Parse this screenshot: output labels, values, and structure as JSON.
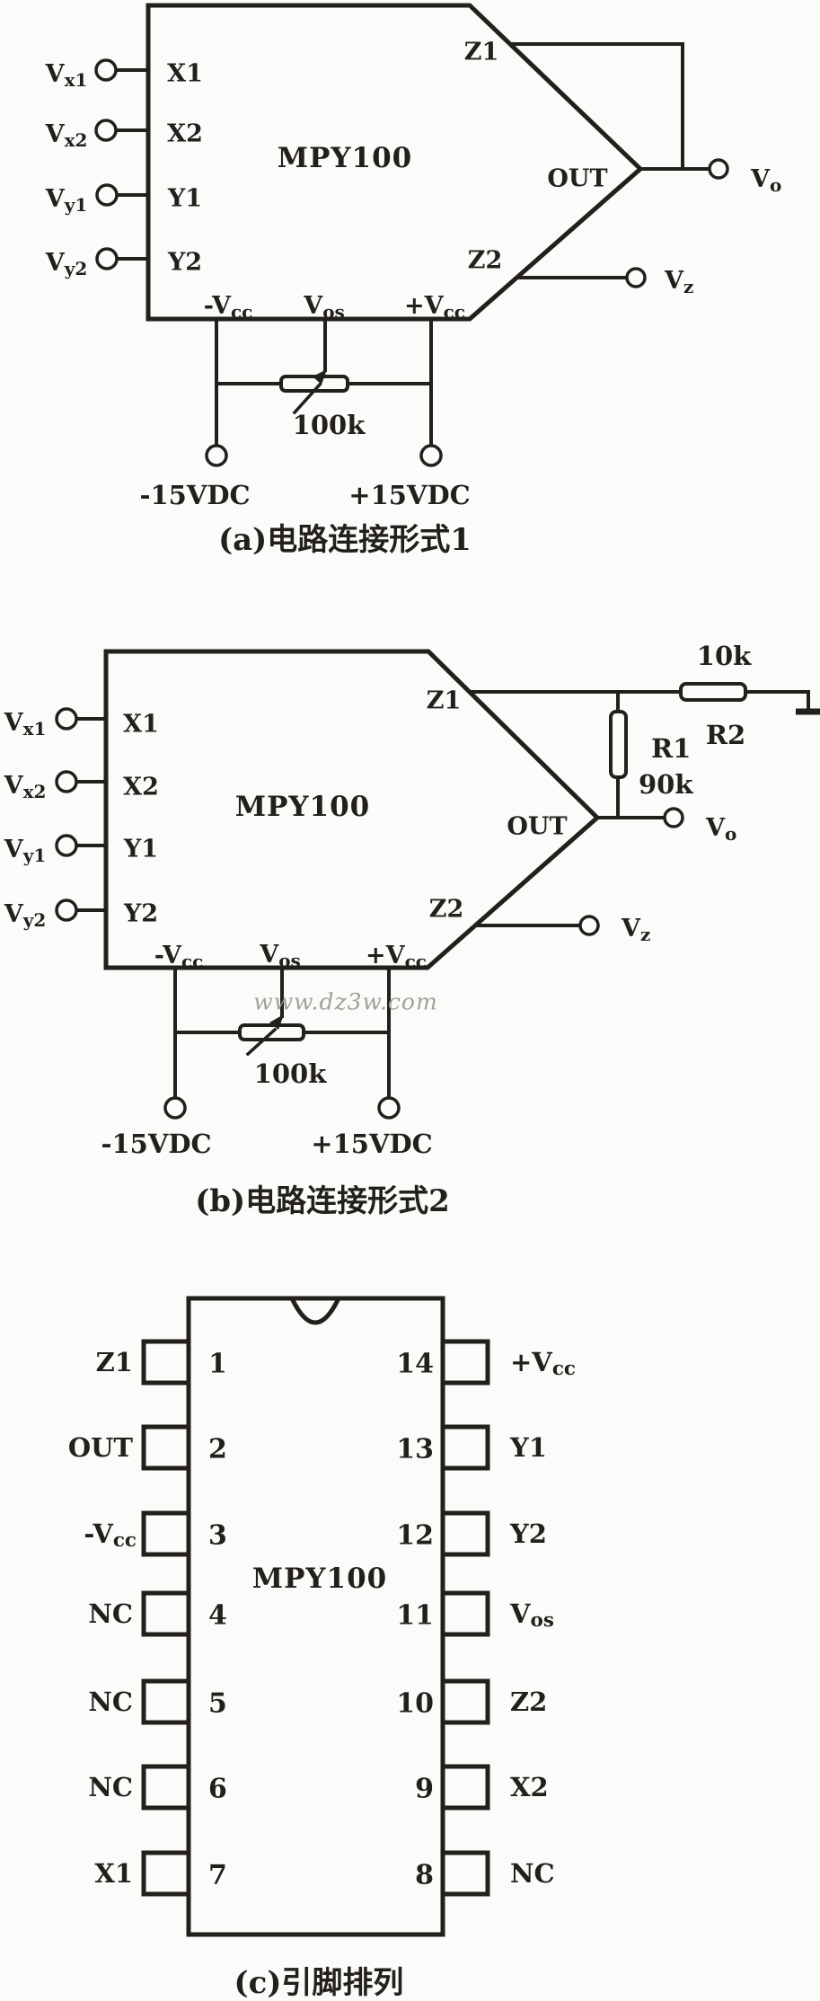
{
  "colors": {
    "background": "#fbfbf9",
    "ink": "#221f1c",
    "watermark": "#a3a09b"
  },
  "figure_a": {
    "chip_label": "MPY100",
    "inputs": [
      {
        "terminal_pre": "V",
        "terminal_sub": "x1",
        "pin": "X1"
      },
      {
        "terminal_pre": "V",
        "terminal_sub": "x2",
        "pin": "X2"
      },
      {
        "terminal_pre": "V",
        "terminal_sub": "y1",
        "pin": "Y1"
      },
      {
        "terminal_pre": "V",
        "terminal_sub": "y2",
        "pin": "Y2"
      }
    ],
    "z1": "Z1",
    "z2": "Z2",
    "out": "OUT",
    "vo_pre": "V",
    "vo_sub": "o",
    "vz_pre": "V",
    "vz_sub": "z",
    "neg_vcc_pre": "-V",
    "neg_vcc_sub": "cc",
    "vos_pre": "V",
    "vos_sub": "os",
    "pos_vcc_pre": "+V",
    "pos_vcc_sub": "cc",
    "pot_value": "100k",
    "neg_supply": "-15VDC",
    "pos_supply": "+15VDC",
    "caption": "(a)电路连接形式1"
  },
  "figure_b": {
    "chip_label": "MPY100",
    "inputs": [
      {
        "terminal_pre": "V",
        "terminal_sub": "x1",
        "pin": "X1"
      },
      {
        "terminal_pre": "V",
        "terminal_sub": "x2",
        "pin": "X2"
      },
      {
        "terminal_pre": "V",
        "terminal_sub": "y1",
        "pin": "Y1"
      },
      {
        "terminal_pre": "V",
        "terminal_sub": "y2",
        "pin": "Y2"
      }
    ],
    "z1": "Z1",
    "z2": "Z2",
    "out": "OUT",
    "vo_pre": "V",
    "vo_sub": "o",
    "vz_pre": "V",
    "vz_sub": "z",
    "neg_vcc_pre": "-V",
    "neg_vcc_sub": "cc",
    "vos_pre": "V",
    "vos_sub": "os",
    "pos_vcc_pre": "+V",
    "pos_vcc_sub": "cc",
    "r1": "R1",
    "r1_value": "90k",
    "r2": "R2",
    "r2_value": "10k",
    "pot_value": "100k",
    "neg_supply": "-15VDC",
    "pos_supply": "+15VDC",
    "watermark": "www.dz3w.com",
    "caption": "(b)电路连接形式2"
  },
  "figure_c": {
    "chip_label": "MPY100",
    "left_pins": [
      {
        "num": "1",
        "label": "Z1"
      },
      {
        "num": "2",
        "label": "OUT"
      },
      {
        "num": "3",
        "label_pre": "-V",
        "label_sub": "cc"
      },
      {
        "num": "4",
        "label": "NC"
      },
      {
        "num": "5",
        "label": "NC"
      },
      {
        "num": "6",
        "label": "NC"
      },
      {
        "num": "7",
        "label": "X1"
      }
    ],
    "right_pins": [
      {
        "num": "14",
        "label_pre": "+V",
        "label_sub": "cc"
      },
      {
        "num": "13",
        "label": "Y1"
      },
      {
        "num": "12",
        "label": "Y2"
      },
      {
        "num": "11",
        "label_pre": "V",
        "label_sub": "os"
      },
      {
        "num": "10",
        "label": "Z2"
      },
      {
        "num": "9",
        "label": "X2"
      },
      {
        "num": "8",
        "label": "NC"
      }
    ],
    "caption": "(c)引脚排列"
  }
}
